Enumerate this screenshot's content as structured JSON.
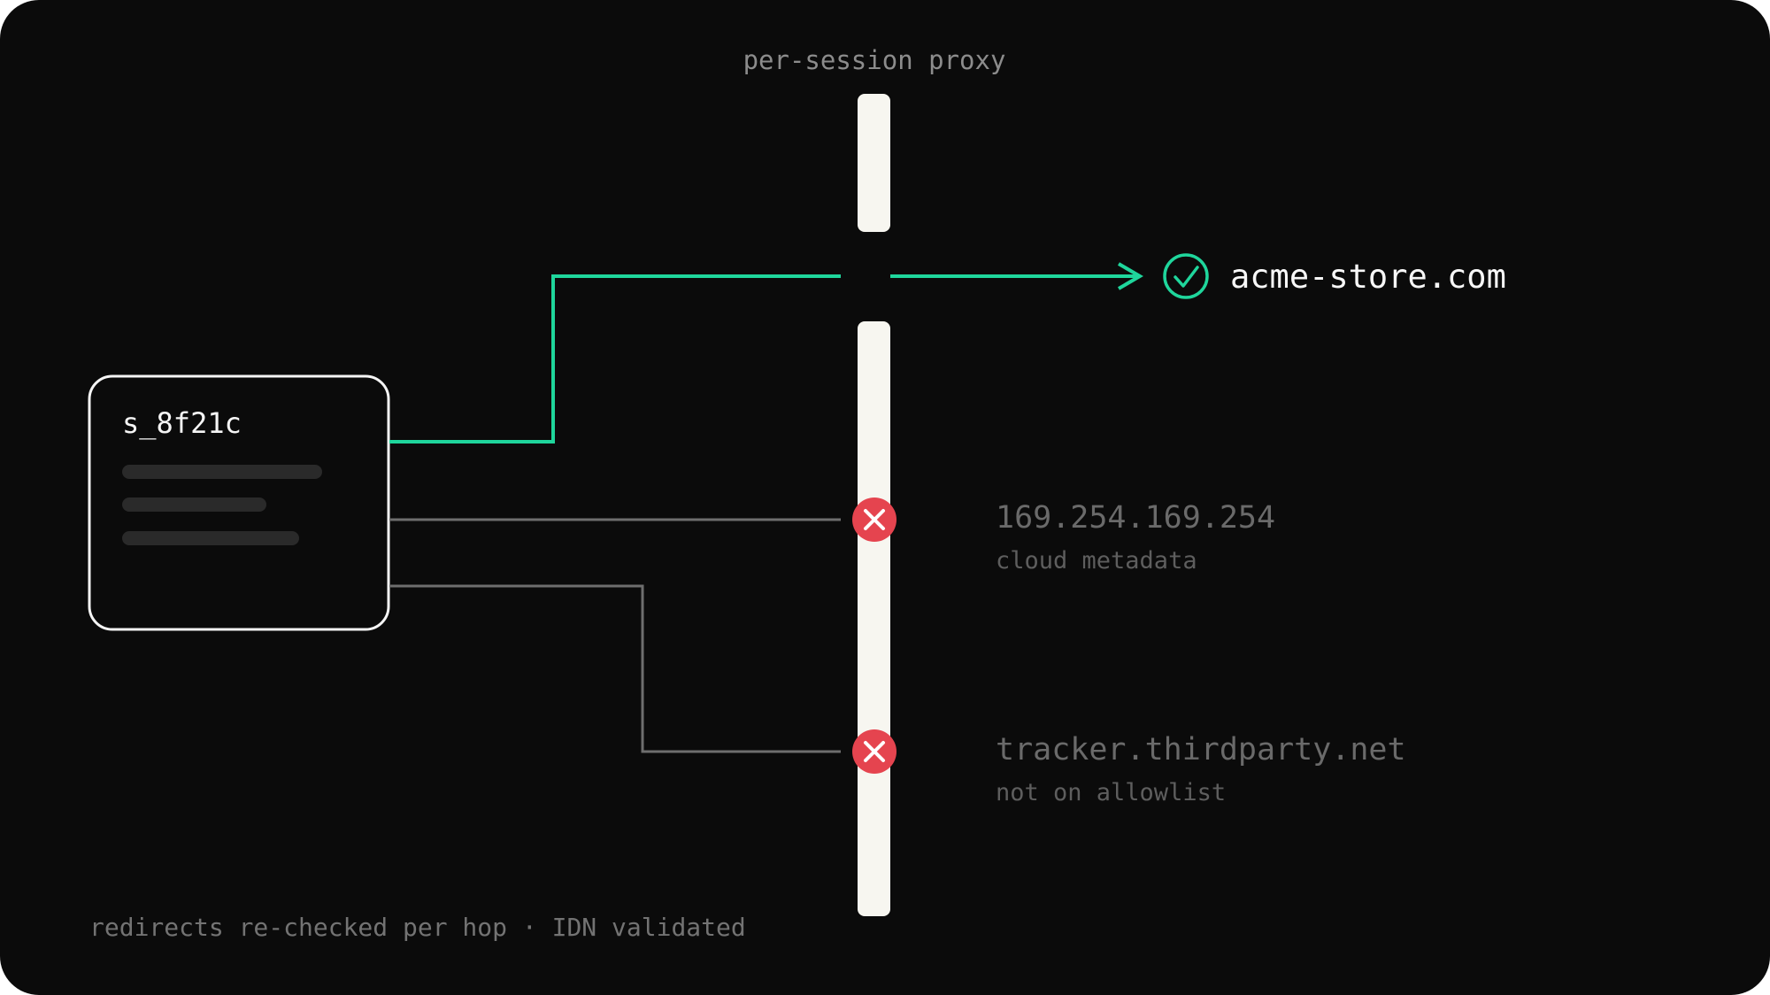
{
  "proxy": {
    "title": "per-session proxy"
  },
  "session": {
    "id": "s_8f21c"
  },
  "allowed": {
    "domain": "acme-store.com",
    "icon": "check-circle-icon"
  },
  "blocked": [
    {
      "target": "169.254.169.254",
      "reason": "cloud metadata",
      "icon": "x-circle-icon"
    },
    {
      "target": "tracker.thirdparty.net",
      "reason": "not on allowlist",
      "icon": "x-circle-icon"
    }
  ],
  "footnote": "redirects re-checked per hop · IDN validated",
  "colors": {
    "background": "#0b0b0b",
    "allowed": "#1fd69c",
    "blocked": "#e5444f",
    "proxy_bar": "#f7f6f0",
    "session_box_border": "#f5f5f5",
    "blocked_path": "#6e6e6e"
  }
}
